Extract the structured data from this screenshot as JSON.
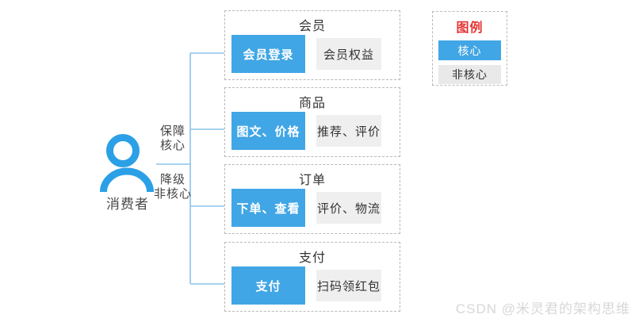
{
  "consumer": {
    "label": "消费者"
  },
  "edges": {
    "top_label_line1": "保障",
    "top_label_line2": "核心",
    "bottom_label_line1": "降级",
    "bottom_label_line2": "非核心"
  },
  "modules": [
    {
      "title": "会员",
      "core": "会员登录",
      "noncore": "会员权益"
    },
    {
      "title": "商品",
      "core": "图文、价格",
      "noncore": "推荐、评价"
    },
    {
      "title": "订单",
      "core": "下单、查看",
      "noncore": "评价、物流"
    },
    {
      "title": "支付",
      "core": "支付",
      "noncore": "扫码领红包"
    }
  ],
  "legend": {
    "title": "图例",
    "core_label": "核心",
    "noncore_label": "非核心"
  },
  "watermark": "CSDN @米灵君的架构思维",
  "colors": {
    "core_fill": "#41a6e5",
    "noncore_fill": "#efefef",
    "connector_line": "#8cc3ec",
    "arrowhead": "#3ea3e2",
    "legend_title": "#e53333",
    "dashed_border": "#b9b9b9",
    "person_icon": "#2ba0e6",
    "watermark_text": "#d7d7d7"
  }
}
